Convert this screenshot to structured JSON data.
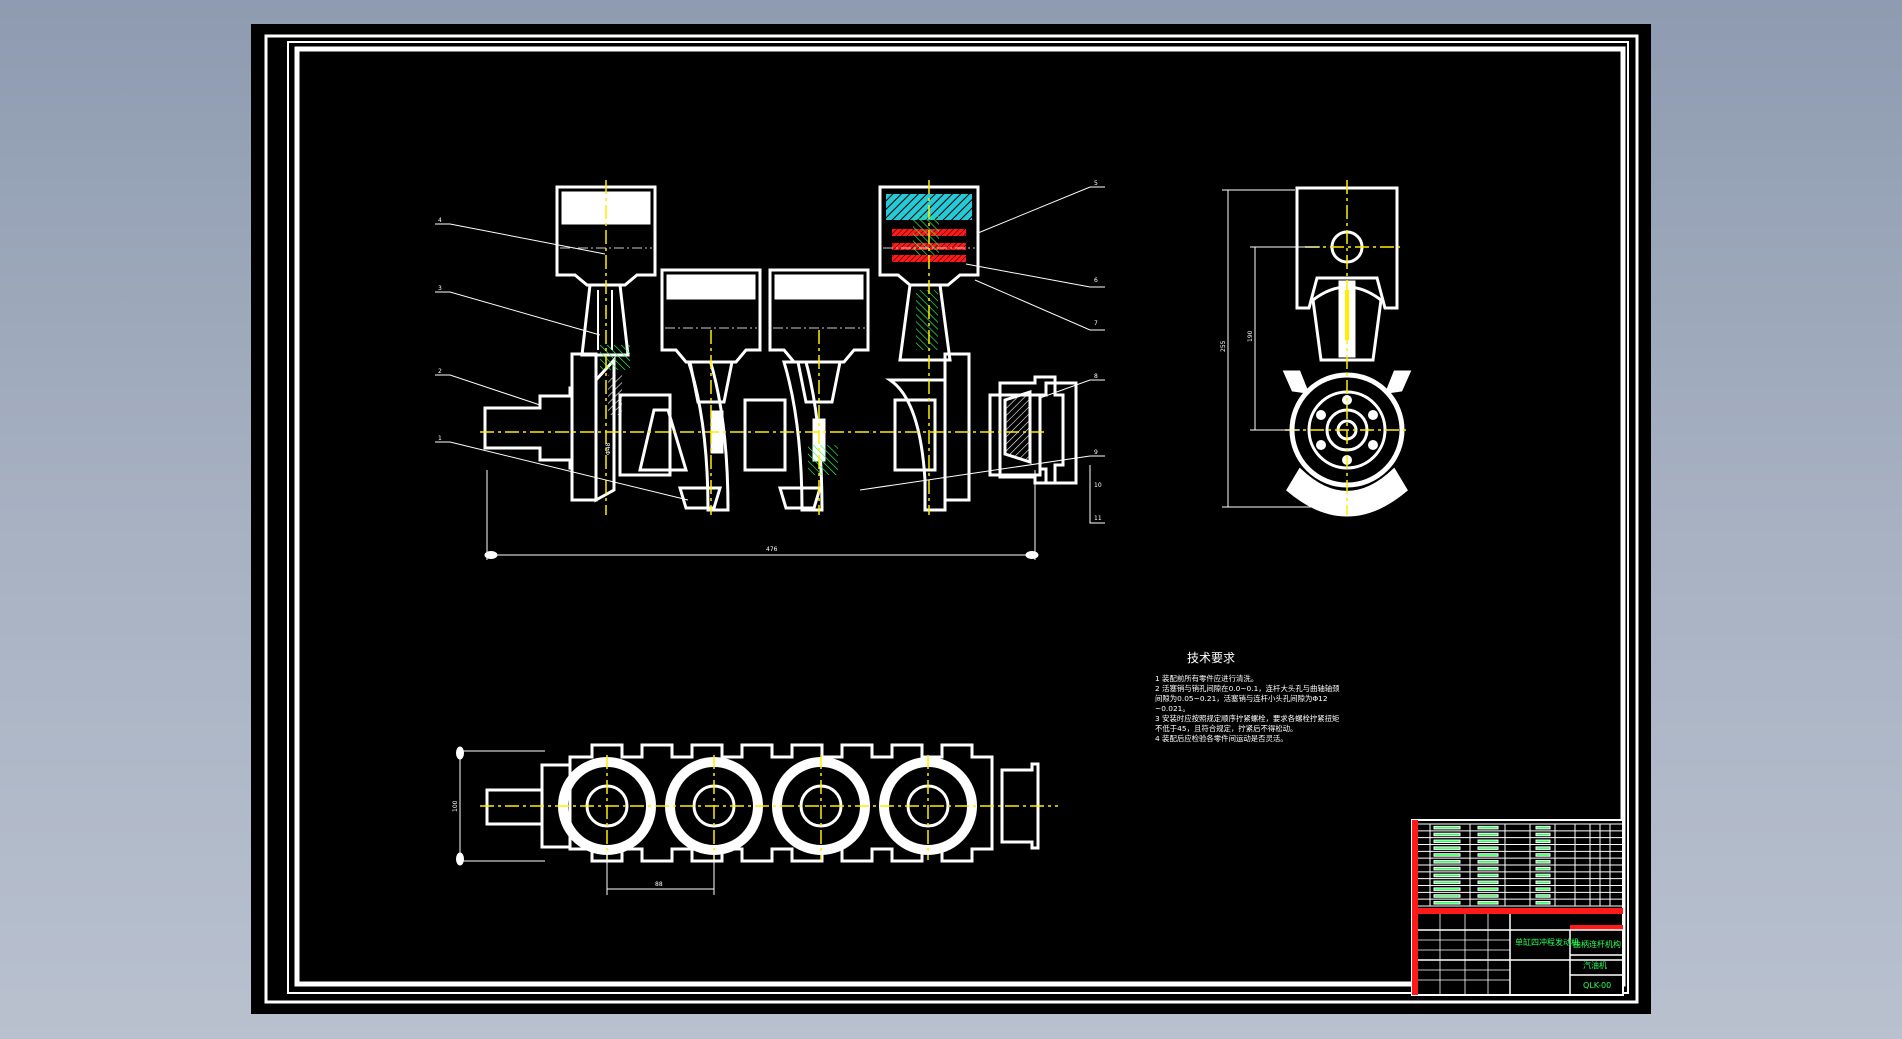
{
  "colors": {
    "background_top": "#8e9bb0",
    "sheet": "#000000",
    "lines": "#ffffff",
    "centerline": "#ffee00",
    "section_red": "#ff1a1a",
    "section_cyan": "#27c9d6",
    "hatch_green": "#2bff58"
  },
  "front_view": {
    "balloons": [
      "4",
      "3",
      "2",
      "1",
      "5",
      "6",
      "7",
      "8",
      "9",
      "10",
      "11"
    ],
    "overall_length": "476",
    "journal_dim": "Φ48"
  },
  "side_view": {
    "total_height": "255",
    "center_distance": "190"
  },
  "top_view": {
    "width": "100",
    "pitch": "88"
  },
  "tech_requirements": {
    "title": "技术要求",
    "lines": [
      "1  装配前所有零件应进行清洗。",
      "2  活塞销与销孔间隙在0.0~0.1，连杆大头孔与曲轴轴颈",
      "   间隙为0.05~0.21，活塞销与连杆小头孔间隙为Φ12",
      "   ~0.021。",
      "3  安装时应按照规定顺序拧紧螺栓，要求各螺栓拧紧扭矩",
      "   不低于45，且符合规定，拧紧后不得松动。",
      "4  装配后应检验各零件间运动是否灵活。"
    ]
  },
  "title_block": {
    "drawing_title": "单缸四冲程发动机",
    "designation": "曲柄连杆机构",
    "part_name": "汽油机",
    "code": "QLK-00"
  },
  "parts_list": {
    "rows": 12
  }
}
